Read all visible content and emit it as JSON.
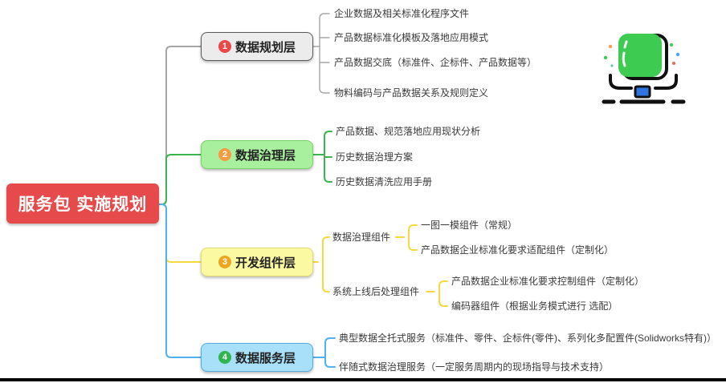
{
  "root": {
    "label": "服务包 实施规划"
  },
  "branches": [
    {
      "badge": "1",
      "label": "数据规划层",
      "leaves": [
        "企业数据及相关标准化程序文件",
        "产品数据标准化模板及落地应用模式",
        "产品数据交底（标准件、企标件、产品数据等）",
        "物料编码与产品数据关系及规则定义"
      ]
    },
    {
      "badge": "2",
      "label": "数据治理层",
      "leaves": [
        "产品数据、规范落地应用现状分析",
        "历史数据治理方案",
        "历史数据清洗应用手册"
      ]
    },
    {
      "badge": "3",
      "label": "开发组件层",
      "groups": [
        {
          "label": "数据治理组件",
          "leaves": [
            "一图一模组件（常规）",
            "产品数据企业标准化要求适配组件（定制化）"
          ]
        },
        {
          "label": "系统上线后处理组件",
          "leaves": [
            "产品数据企业标准化要求控制组件（定制化）",
            "编码器组件（根据业务模式进行 选配）"
          ]
        }
      ]
    },
    {
      "badge": "4",
      "label": "数据服务层",
      "leaves": [
        "典型数据全托式服务（标准件、零件、企标件(零件)、系列化多配置件(Solidworks特有)）",
        "伴随式数据治理服务（一定服务周期内的现场指导与技术支持）"
      ]
    }
  ],
  "icon": {
    "name": "monitor-icon",
    "screen_color": "#3ecb52",
    "stand_color": "#2f72e0"
  },
  "colors": {
    "root_bg": "#e64a4a",
    "branch1_fill": "#ececec",
    "branch1_border": "#5a5a5a",
    "branch1_line": "#a6a6a6",
    "badge1": "#ed4747",
    "branch2_fill": "#a8f09d",
    "branch2_border": "#7dd06e",
    "branch2_line": "#3cb54e",
    "badge2": "#f79a42",
    "branch3_fill": "#fbf9a2",
    "branch3_border": "#e0db6e",
    "branch3_line": "#f6d93f",
    "badge3": "#efa51f",
    "branch4_fill": "#a7e0f8",
    "branch4_border": "#55ace0",
    "branch4_line": "#4db2ef",
    "badge4": "#2fb54d",
    "leaf_text": "#3a3a3a",
    "bottom_bar": "#000000"
  }
}
